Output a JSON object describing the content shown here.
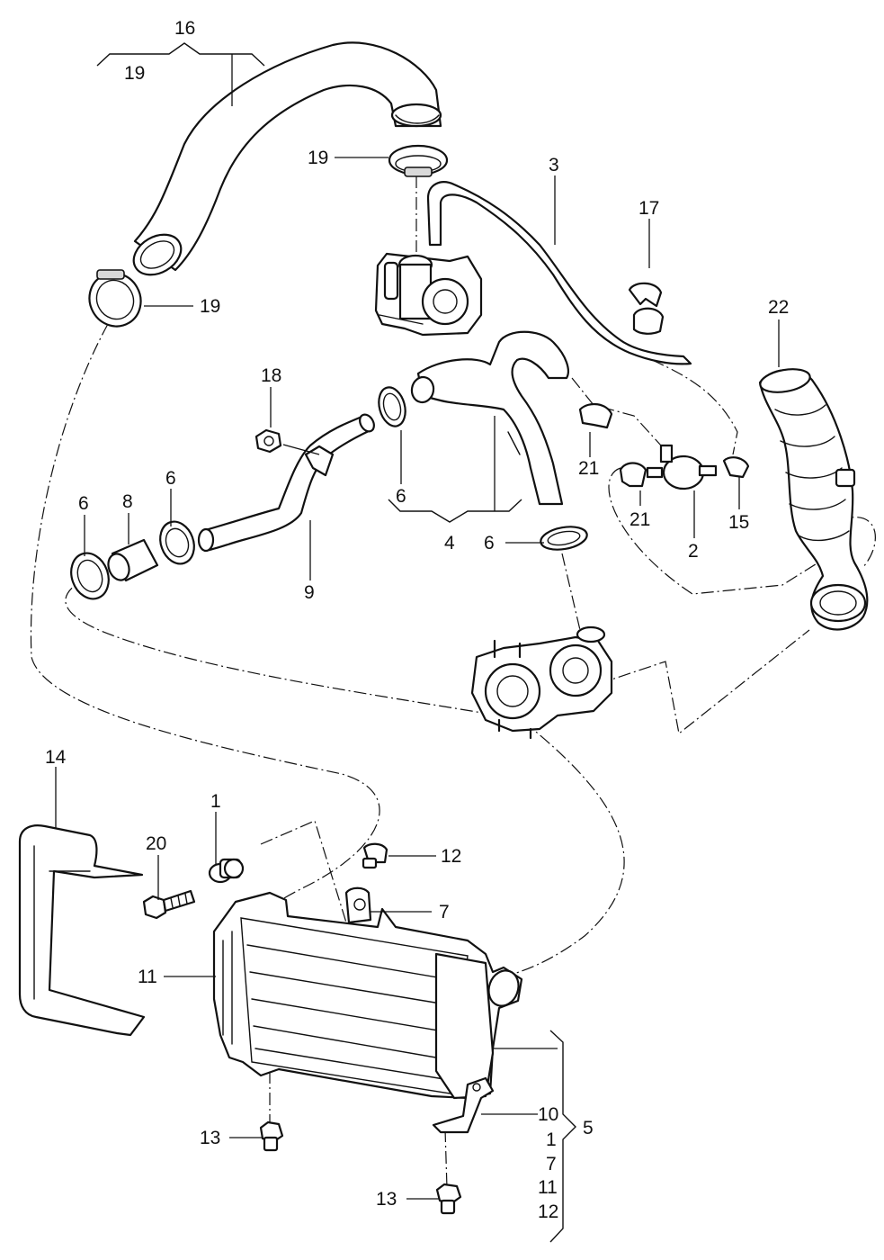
{
  "diagram": {
    "callouts": [
      {
        "id": "c16",
        "text": "16"
      },
      {
        "id": "c19a",
        "text": "19"
      },
      {
        "id": "c19b",
        "text": "19"
      },
      {
        "id": "c19c",
        "text": "19"
      },
      {
        "id": "c3",
        "text": "3"
      },
      {
        "id": "c17",
        "text": "17"
      },
      {
        "id": "c22",
        "text": "22"
      },
      {
        "id": "c18",
        "text": "18"
      },
      {
        "id": "c21a",
        "text": "21"
      },
      {
        "id": "c21b",
        "text": "21"
      },
      {
        "id": "c15",
        "text": "15"
      },
      {
        "id": "c2",
        "text": "2"
      },
      {
        "id": "c6a",
        "text": "6"
      },
      {
        "id": "c8",
        "text": "8"
      },
      {
        "id": "c6b",
        "text": "6"
      },
      {
        "id": "c6c",
        "text": "6"
      },
      {
        "id": "c6d",
        "text": "6"
      },
      {
        "id": "c4",
        "text": "4"
      },
      {
        "id": "c9",
        "text": "9"
      },
      {
        "id": "c14",
        "text": "14"
      },
      {
        "id": "c1",
        "text": "1"
      },
      {
        "id": "c20",
        "text": "20"
      },
      {
        "id": "c12",
        "text": "12"
      },
      {
        "id": "c7",
        "text": "7"
      },
      {
        "id": "c11",
        "text": "11"
      },
      {
        "id": "c10",
        "text": "10"
      },
      {
        "id": "c13a",
        "text": "13"
      },
      {
        "id": "c13b",
        "text": "13"
      },
      {
        "id": "c5",
        "text": "5"
      },
      {
        "id": "g1",
        "text": "1"
      },
      {
        "id": "g7",
        "text": "7"
      },
      {
        "id": "g11",
        "text": "11"
      },
      {
        "id": "g12",
        "text": "12"
      }
    ]
  }
}
